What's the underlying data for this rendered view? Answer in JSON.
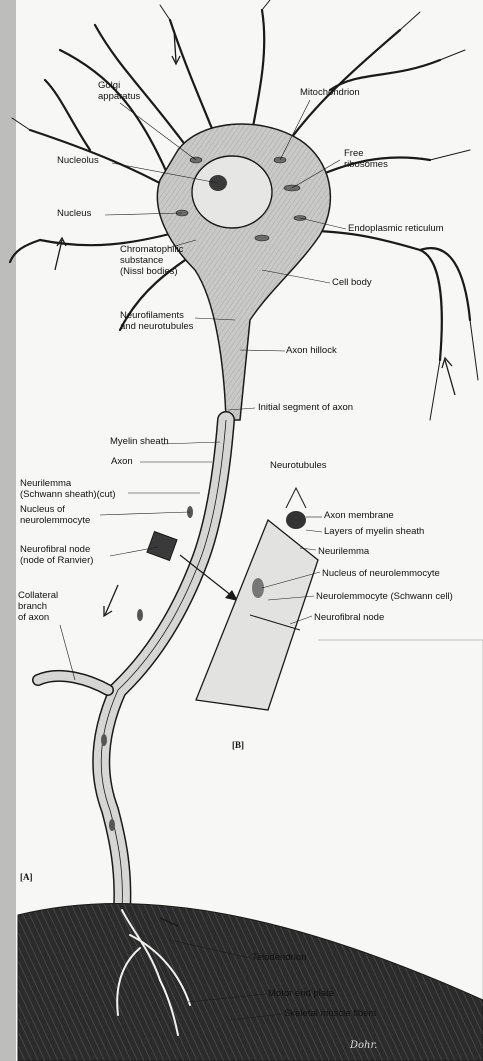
{
  "figure": {
    "panel_a": "[A]",
    "panel_b": "[B]",
    "signature": "Dohr."
  },
  "labels": {
    "golgi": "Golgi\napparatus",
    "mitochondrion": "Mitochondrion",
    "nucleolus": "Nucleolus",
    "free_ribosomes": "Free\nribosomes",
    "nucleus": "Nucleus",
    "er": "Endoplasmic reticulum",
    "chromatophilic": "Chromatophilic\nsubstance\n(Nissl bodies)",
    "cell_body": "Cell body",
    "neurofilaments": "Neurofilaments\nand neurotubules",
    "axon_hillock": "Axon hillock",
    "initial_segment": "Initial segment of axon",
    "myelin_sheath": "Myelin sheath",
    "axon": "Axon",
    "neurilemma_cut": "Neurilemma\n(Schwann sheath)(cut)",
    "nucleus_neurolemmocyte": "Nucleus of\nneurolemmocyte",
    "node_ranvier": "Neurofibral node\n(node of Ranvier)",
    "collateral": "Collateral\nbranch\nof axon",
    "neurotubules": "Neurotubules",
    "axon_membrane": "Axon membrane",
    "layers_myelin": "Layers of myelin sheath",
    "neurilemma": "Neurilemma",
    "nucleus_of_neurolemmocyte": "Nucleus of neurolemmocyte",
    "schwann_cell": "Neurolemmocyte (Schwann cell)",
    "neurofibral_node": "Neurofibral node",
    "telodendrion": "Telodendrion",
    "motor_end_plate": "Motor end plate",
    "skeletal_muscle": "Skeletal muscle fibers"
  },
  "colors": {
    "ink": "#1a1a1a",
    "cell_fill": "#c9c9c7",
    "muscle": "#2b2b2b",
    "paper": "#f7f7f5"
  }
}
